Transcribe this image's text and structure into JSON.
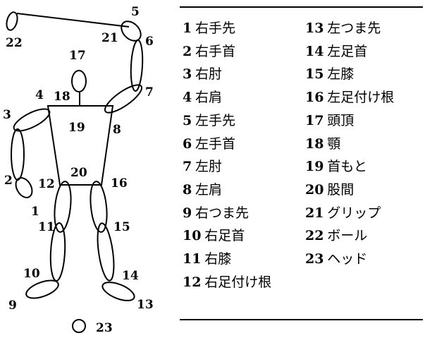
{
  "figure": {
    "markers": [
      "1",
      "2",
      "3",
      "4",
      "5",
      "6",
      "7",
      "8",
      "9",
      "10",
      "11",
      "12",
      "13",
      "14",
      "15",
      "16",
      "17",
      "18",
      "19",
      "20",
      "21",
      "22",
      "23"
    ]
  },
  "legend": {
    "entries": [
      {
        "num": "1",
        "label": "右手先"
      },
      {
        "num": "2",
        "label": "右手首"
      },
      {
        "num": "3",
        "label": "右肘"
      },
      {
        "num": "4",
        "label": "右肩"
      },
      {
        "num": "5",
        "label": "左手先"
      },
      {
        "num": "6",
        "label": "左手首"
      },
      {
        "num": "7",
        "label": "左肘"
      },
      {
        "num": "8",
        "label": "左肩"
      },
      {
        "num": "9",
        "label": "右つま先"
      },
      {
        "num": "10",
        "label": "右足首"
      },
      {
        "num": "11",
        "label": "右膝"
      },
      {
        "num": "12",
        "label": "右足付け根"
      },
      {
        "num": "13",
        "label": "左つま先"
      },
      {
        "num": "14",
        "label": "左足首"
      },
      {
        "num": "15",
        "label": "左膝"
      },
      {
        "num": "16",
        "label": "左足付け根"
      },
      {
        "num": "17",
        "label": "頭頂"
      },
      {
        "num": "18",
        "label": "顎"
      },
      {
        "num": "19",
        "label": "首もと"
      },
      {
        "num": "20",
        "label": "股間"
      },
      {
        "num": "21",
        "label": "グリップ"
      },
      {
        "num": "22",
        "label": "ボール"
      },
      {
        "num": "23",
        "label": "ヘッド"
      }
    ]
  }
}
